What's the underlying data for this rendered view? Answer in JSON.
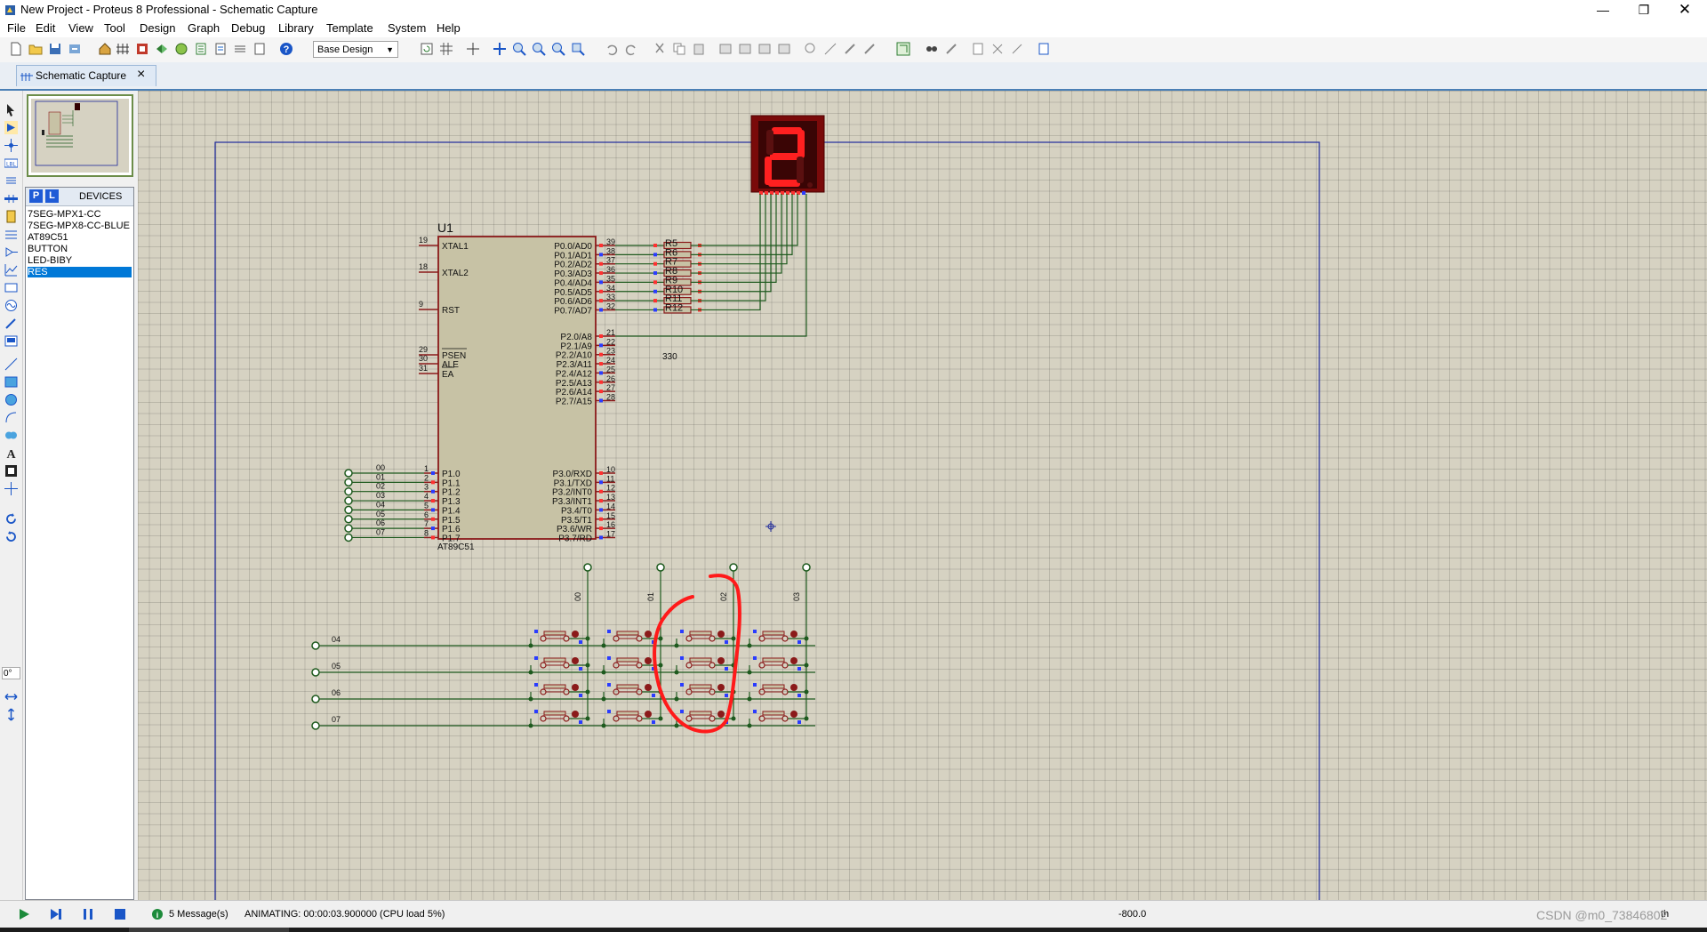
{
  "window": {
    "title": "New Project - Proteus 8 Professional - Schematic Capture"
  },
  "menu": [
    "File",
    "Edit",
    "View",
    "Tool",
    "Design",
    "Graph",
    "Debug",
    "Library",
    "Template",
    "System",
    "Help"
  ],
  "toolbar": {
    "design_select": "Base Design"
  },
  "tab": {
    "label": "Schematic Capture"
  },
  "left_toolbar": {
    "rotation": "0°"
  },
  "devices": {
    "title": "DEVICES",
    "p_label": "P",
    "l_label": "L",
    "items": [
      "7SEG-MPX1-CC",
      "7SEG-MPX8-CC-BLUE",
      "AT89C51",
      "BUTTON",
      "LED-BIBY",
      "RES"
    ],
    "selected": "RES"
  },
  "schematic": {
    "chip_ref": "U1",
    "chip_part": "AT89C51",
    "left_pins": [
      {
        "num": "19",
        "name": "XTAL1"
      },
      {
        "num": "18",
        "name": "XTAL2"
      },
      {
        "num": "9",
        "name": "RST"
      },
      {
        "num": "29",
        "name": "PSEN"
      },
      {
        "num": "30",
        "name": "ALE"
      },
      {
        "num": "31",
        "name": "EA"
      }
    ],
    "port1_pins": [
      {
        "num": "1",
        "name": "P1.0",
        "net": "00"
      },
      {
        "num": "2",
        "name": "P1.1",
        "net": "01"
      },
      {
        "num": "3",
        "name": "P1.2",
        "net": "02"
      },
      {
        "num": "4",
        "name": "P1.3",
        "net": "03"
      },
      {
        "num": "5",
        "name": "P1.4",
        "net": "04"
      },
      {
        "num": "6",
        "name": "P1.5",
        "net": "05"
      },
      {
        "num": "7",
        "name": "P1.6",
        "net": "06"
      },
      {
        "num": "8",
        "name": "P1.7",
        "net": "07"
      }
    ],
    "port0_pins": [
      {
        "num": "39",
        "name": "P0.0/AD0"
      },
      {
        "num": "38",
        "name": "P0.1/AD1"
      },
      {
        "num": "37",
        "name": "P0.2/AD2"
      },
      {
        "num": "36",
        "name": "P0.3/AD3"
      },
      {
        "num": "35",
        "name": "P0.4/AD4"
      },
      {
        "num": "34",
        "name": "P0.5/AD5"
      },
      {
        "num": "33",
        "name": "P0.6/AD6"
      },
      {
        "num": "32",
        "name": "P0.7/AD7"
      }
    ],
    "port2_pins": [
      {
        "num": "21",
        "name": "P2.0/A8"
      },
      {
        "num": "22",
        "name": "P2.1/A9"
      },
      {
        "num": "23",
        "name": "P2.2/A10"
      },
      {
        "num": "24",
        "name": "P2.3/A11"
      },
      {
        "num": "25",
        "name": "P2.4/A12"
      },
      {
        "num": "26",
        "name": "P2.5/A13"
      },
      {
        "num": "27",
        "name": "P2.6/A14"
      },
      {
        "num": "28",
        "name": "P2.7/A15"
      }
    ],
    "port3_pins": [
      {
        "num": "10",
        "name": "P3.0/RXD"
      },
      {
        "num": "11",
        "name": "P3.1/TXD"
      },
      {
        "num": "12",
        "name": "P3.2/INT0"
      },
      {
        "num": "13",
        "name": "P3.3/INT1"
      },
      {
        "num": "14",
        "name": "P3.4/T0"
      },
      {
        "num": "15",
        "name": "P3.5/T1"
      },
      {
        "num": "16",
        "name": "P3.6/WR"
      },
      {
        "num": "17",
        "name": "P3.7/RD"
      }
    ],
    "resistors": [
      "R5",
      "R6",
      "R7",
      "R8",
      "R9",
      "R10",
      "R11",
      "R12"
    ],
    "resistor_value": "330",
    "seven_seg_digit": "2",
    "keypad_col_labels": [
      "00",
      "01",
      "02",
      "03"
    ],
    "keypad_row_labels": [
      "04",
      "05",
      "06",
      "07"
    ],
    "colors": {
      "wire": "#1e5a1e",
      "part": "#8b1a1a",
      "part_fill": "#c7c2a5",
      "seg_on": "#ff2020",
      "seg_bg": "#3a0505",
      "annot": "#ff1a1a",
      "border": "#1f2a9c"
    }
  },
  "status": {
    "messages": "5 Message(s)",
    "animating": "ANIMATING: 00:00:03.900000 (CPU load 5%)",
    "coord": "-800.0",
    "coord_right": "th",
    "watermark": "CSDN @m0_73846802"
  }
}
